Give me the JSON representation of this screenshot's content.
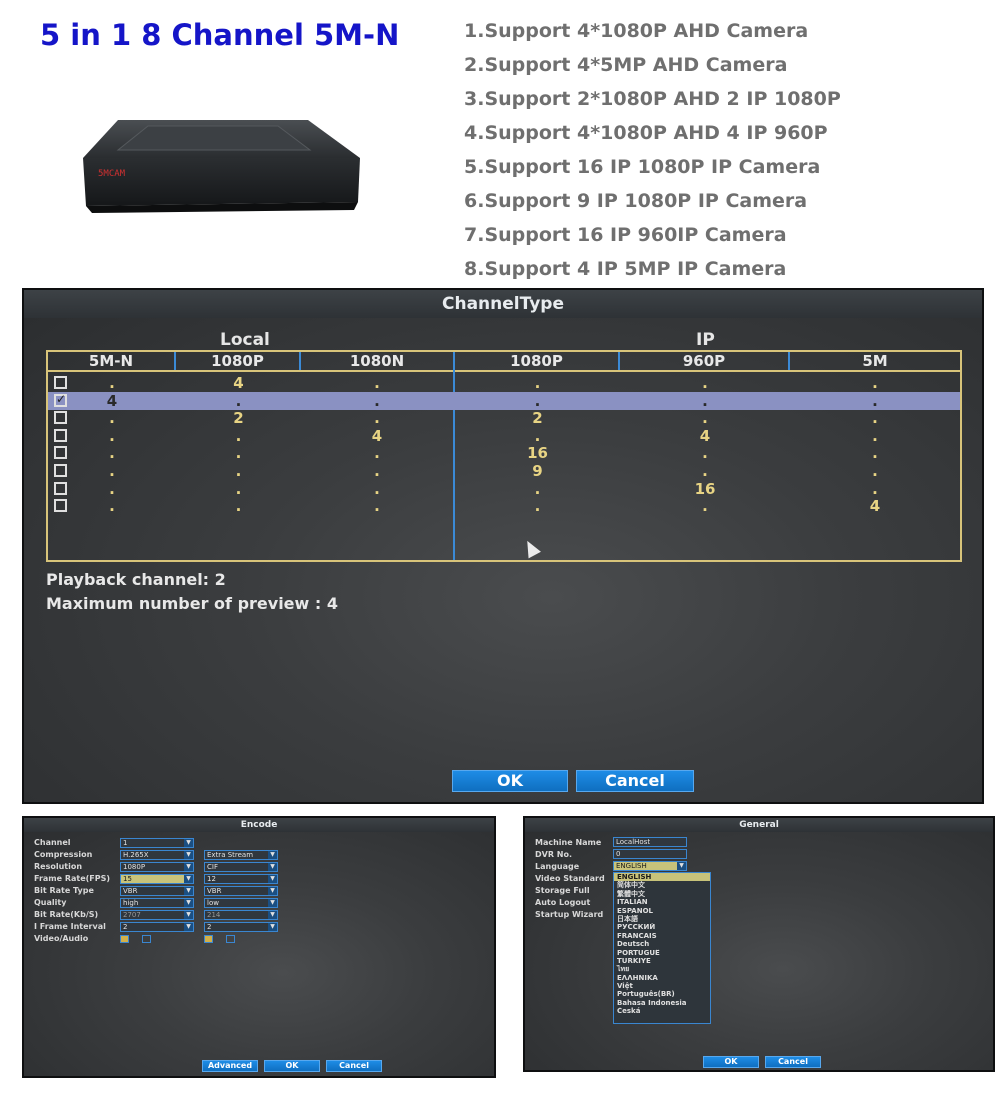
{
  "title": "5 in 1 8 Channel 5M-N",
  "product": {
    "brand_logo": "5MCAM"
  },
  "features": [
    "1.Support 4*1080P AHD Camera",
    "2.Support 4*5MP AHD Camera",
    "3.Support 2*1080P AHD 2 IP 1080P",
    "4.Support 4*1080P AHD 4 IP 960P",
    "5.Support 16 IP 1080P IP Camera",
    "6.Support 9 IP 1080P IP Camera",
    "7.Support 16 IP 960IP Camera",
    "8.Support 4 IP 5MP IP Camera"
  ],
  "channel_type": {
    "header": "ChannelType",
    "group_local": "Local",
    "group_ip": "IP",
    "columns": [
      "5M-N",
      "1080P",
      "1080N",
      "1080P",
      "960P",
      "5M"
    ],
    "rows": [
      {
        "checked": false,
        "cells": [
          ".",
          "4",
          ".",
          ".",
          ".",
          "."
        ]
      },
      {
        "checked": true,
        "cells": [
          "4",
          ".",
          ".",
          ".",
          ".",
          "."
        ]
      },
      {
        "checked": false,
        "cells": [
          ".",
          "2",
          ".",
          "2",
          ".",
          "."
        ]
      },
      {
        "checked": false,
        "cells": [
          ".",
          ".",
          "4",
          ".",
          "4",
          "."
        ]
      },
      {
        "checked": false,
        "cells": [
          ".",
          ".",
          ".",
          "16",
          ".",
          "."
        ]
      },
      {
        "checked": false,
        "cells": [
          ".",
          ".",
          ".",
          "9",
          ".",
          "."
        ]
      },
      {
        "checked": false,
        "cells": [
          ".",
          ".",
          ".",
          ".",
          "16",
          "."
        ]
      },
      {
        "checked": false,
        "cells": [
          ".",
          ".",
          ".",
          ".",
          ".",
          "4"
        ]
      }
    ],
    "playback": "Playback channel: 2",
    "max_preview": "Maximum number of preview  : 4",
    "ok": "OK",
    "cancel": "Cancel"
  },
  "encode": {
    "header": "Encode",
    "fields": [
      {
        "label": "Channel",
        "main": "1",
        "extra": ""
      },
      {
        "label": "Compression",
        "main": "H.265X",
        "extra": "Extra Stream"
      },
      {
        "label": "Resolution",
        "main": "1080P",
        "extra": "CIF"
      },
      {
        "label": "Frame Rate(FPS)",
        "main": "15",
        "extra": "12"
      },
      {
        "label": "Bit Rate Type",
        "main": "VBR",
        "extra": "VBR"
      },
      {
        "label": "Quality",
        "main": "high",
        "extra": "low"
      },
      {
        "label": "Bit Rate(Kb/S)",
        "main": "2707",
        "extra": "214"
      },
      {
        "label": "I Frame Interval",
        "main": "2",
        "extra": "2"
      },
      {
        "label": "Video/Audio",
        "main": "",
        "extra": ""
      }
    ],
    "advanced": "Advanced",
    "ok": "OK",
    "cancel": "Cancel"
  },
  "general": {
    "header": "General",
    "labels": [
      "Machine Name",
      "DVR No.",
      "Language",
      "Video Standard",
      "Storage Full",
      "Auto Logout",
      "Startup Wizard"
    ],
    "machine_name": "LocalHost",
    "dvr_no": "0",
    "language": "ENGLISH",
    "languages": [
      "ENGLISH",
      "简体中文",
      "繁體中文",
      "ITALIAN",
      "ESPAÑOL",
      "日本語",
      "PУССКИЙ",
      "FRANCAIS",
      "Deutsch",
      "PORTUGUÊ",
      "TÜRKIYE",
      "ไทย",
      "EΛΛHNIKA",
      "Việt",
      "Português(BR)",
      "Bahasa Indonesia",
      "Česká"
    ],
    "ok": "OK",
    "cancel": "Cancel"
  }
}
